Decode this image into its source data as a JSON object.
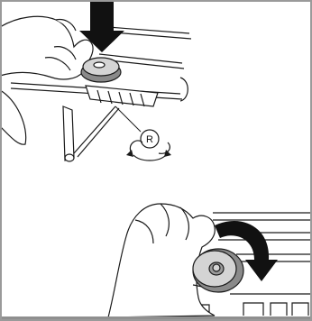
{
  "diagram": {
    "steps": [
      {
        "action": "press-down",
        "rotation_marker": "R"
      },
      {
        "action": "rotate-clockwise"
      }
    ],
    "colors": {
      "arrow": "#111111",
      "line": "#1a1a1a",
      "frame": "#9a9a9a",
      "knob_light": "#d4d4d4",
      "knob_dark": "#8a8a8a"
    },
    "icons": [
      "press-down-arrow-icon",
      "rotate-clockwise-arrow-icon",
      "rotation-direction-icon"
    ]
  }
}
